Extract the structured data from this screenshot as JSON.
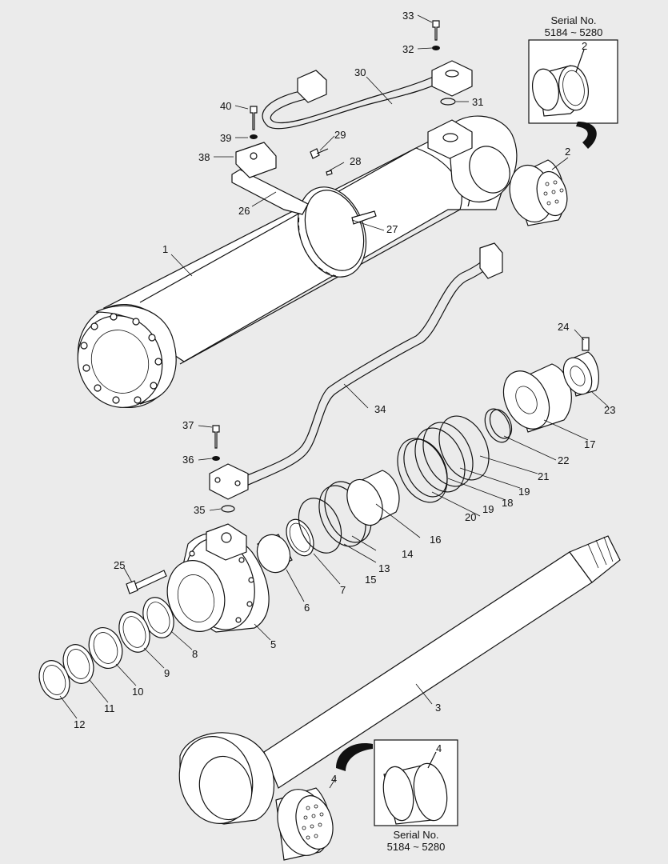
{
  "figure": {
    "inset_top": {
      "line1": "Serial No.",
      "line2": "5184 ~ 5280",
      "part": "2"
    },
    "inset_bottom": {
      "line1": "Serial No.",
      "line2": "5184 ~ 5280",
      "part": "4"
    },
    "callouts": {
      "c1": "1",
      "c2": "2",
      "c3": "3",
      "c4": "4",
      "c5": "5",
      "c6": "6",
      "c7": "7",
      "c8": "8",
      "c9": "9",
      "c10": "10",
      "c11": "11",
      "c12": "12",
      "c13": "13",
      "c14": "14",
      "c15": "15",
      "c16": "16",
      "c17": "17",
      "c18": "18",
      "c19a": "19",
      "c19b": "19",
      "c20": "20",
      "c21": "21",
      "c22": "22",
      "c23": "23",
      "c24": "24",
      "c25": "25",
      "c26": "26",
      "c27": "27",
      "c28": "28",
      "c29": "29",
      "c30": "30",
      "c31": "31",
      "c32": "32",
      "c33": "33",
      "c34": "34",
      "c35": "35",
      "c36": "36",
      "c37": "37",
      "c38": "38",
      "c39": "39",
      "c40": "40"
    },
    "colors": {
      "ink": "#111111",
      "paper": "#ffffff",
      "background": "#ebebeb"
    }
  }
}
